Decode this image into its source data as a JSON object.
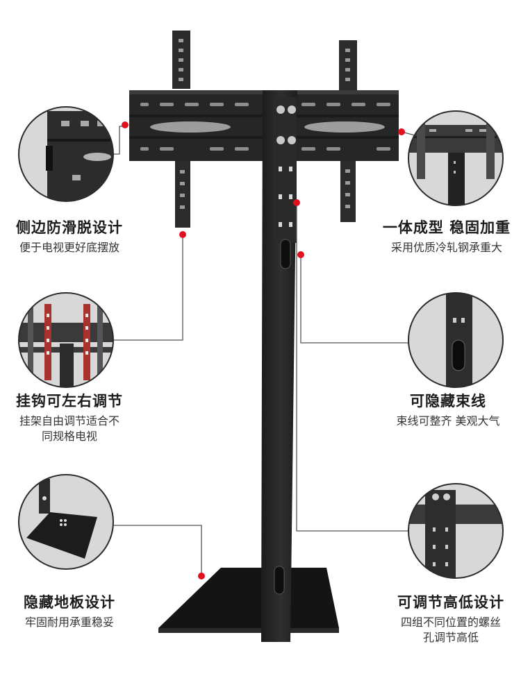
{
  "features": [
    {
      "title": "侧边防滑脱设计",
      "lines": [
        "便于电视更好底摆放"
      ]
    },
    {
      "title": "一体成型 稳固加重",
      "lines": [
        "采用优质冷轧钢承重大"
      ]
    },
    {
      "title": "挂钩可左右调节",
      "lines": [
        "挂架自由调节适合不",
        "同规格电视"
      ]
    },
    {
      "title": "可隐藏束线",
      "lines": [
        "束线可整齐  美观大气"
      ]
    },
    {
      "title": "隐藏地板设计",
      "lines": [
        "牢固耐用承重稳妥"
      ]
    },
    {
      "title": "可调节高低设计",
      "lines": [
        "四组不同位置的螺丝",
        "孔调节高低"
      ]
    }
  ],
  "colors": {
    "accent": "#e0101e",
    "steel": "#262626",
    "steel_light": "#3a3a3a",
    "circle_bg": "#d6d6d6"
  },
  "icons": [
    "anti-slip-detail-icon",
    "reinforced-frame-detail-icon",
    "adjustable-hook-detail-icon",
    "cable-hole-detail-icon",
    "floor-plate-detail-icon",
    "height-adjust-detail-icon"
  ]
}
